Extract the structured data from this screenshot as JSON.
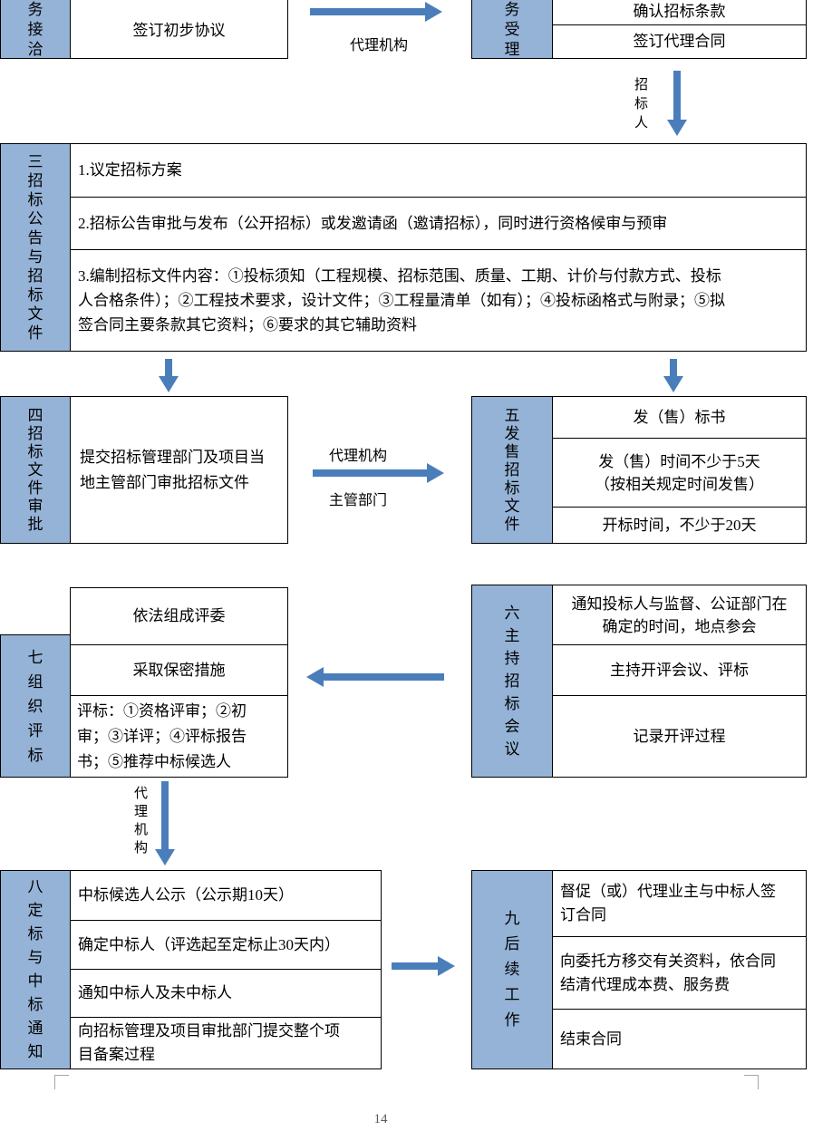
{
  "colors": {
    "header_fill": "#95B3D7",
    "arrow": "#4A7EBB",
    "box_border": "#000000"
  },
  "page": {
    "number": "14"
  },
  "top": {
    "left_header": "务接洽",
    "agreement_box": "签订初步协议",
    "arrow_label": "代理机构",
    "right_header": "务受理",
    "right_rows": [
      "确认招标条款",
      "签订代理合同"
    ]
  },
  "tenderer_connector": {
    "label": "招标人"
  },
  "announcement": {
    "header": "三招标公告与招标文件",
    "rows": [
      "1.议定招标方案",
      "2.招标公告审批与发布（公开招标）或发邀请函（邀请招标），同时进行资格候审与预审",
      "3.编制招标文件内容：①投标须知（工程规模、招标范围、质量、工期、计价与付款方式、投标人合格条件）；②工程技术要求，设计文件；③工程量清单（如有）；④投标函格式与附录；⑤拟签合同主要条款其它资料；⑥要求的其它辅助资料"
    ]
  },
  "approval": {
    "header": "四招标文件审批",
    "box": "提交招标管理部门及项目当地主管部门审批招标文件",
    "arrow_label_top": "代理机构",
    "arrow_label_bottom": "主管部门"
  },
  "sale": {
    "header": "五发售招标文件",
    "rows": [
      "发（售）标书",
      "发（售）时间不少于5天（按相关规定时间发售）",
      "开标时间，不少于20天"
    ]
  },
  "meeting": {
    "header": "六主持招标会议",
    "rows": [
      "通知投标人与监督、公证部门在确定的时间，地点参会",
      "主持开评会议、评标",
      "记录开评过程"
    ]
  },
  "evaluation": {
    "header": "七组织评标",
    "rows": [
      "依法组成评委",
      "采取保密措施",
      "评标：①资格评审；②初审；③详评；④评标报告书；⑤推荐中标候选人"
    ]
  },
  "agency_connector": {
    "label": "代理机构"
  },
  "award": {
    "header": "八定标与中标通知",
    "rows": [
      "中标候选人公示（公示期10天）",
      "确定中标人（评选起至定标止30天内）",
      "通知中标人及未中标人",
      "向招标管理及项目审批部门提交整个项目备案过程"
    ]
  },
  "followup": {
    "header": "九后续工作",
    "rows": [
      "督促（或）代理业主与中标人签订合同",
      "向委托方移交有关资料，依合同结清代理成本费、服务费",
      "结束合同"
    ]
  }
}
